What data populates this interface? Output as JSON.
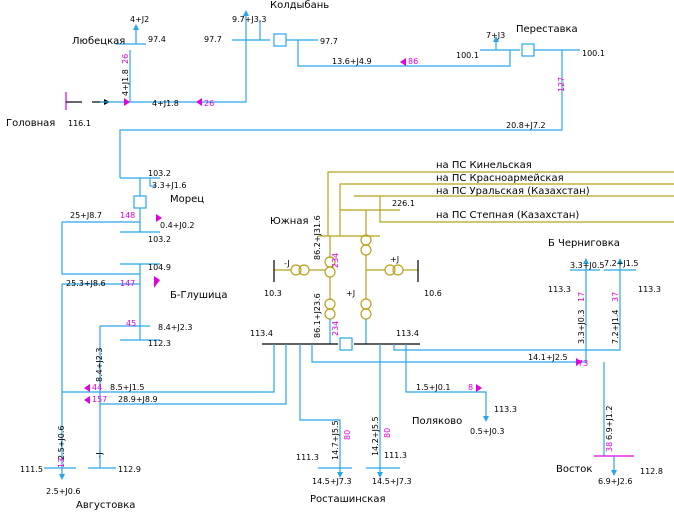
{
  "stations": {
    "koldyban": "Колдыбань",
    "lyubetskaya": "Любецкая",
    "perestavka": "Переставка",
    "golovnaya": "Головная",
    "morets": "Морец",
    "yuzhnaya": "Южная",
    "b_glushitsa": "Б-Глушица",
    "b_chernigovka": "Б Черниговка",
    "avgustovka": "Августовка",
    "rostashinskaya": "Росташинская",
    "polyakovo": "Поляково",
    "vostok": "Восток"
  },
  "directions": [
    "на ПС Кинельская",
    "на ПС Красноармейская",
    "на ПС Уральская (Казахстан)",
    "на ПС Степная (Казахстан)"
  ],
  "voltages": {
    "lyub": "97.4",
    "kold_left": "97.7",
    "kold_right": "97.7",
    "per_left": "100.1",
    "per_right": "100.1",
    "golovnaya": "116.1",
    "morets_top": "103.2",
    "morets_bot": "103.2",
    "glush_top": "104.9",
    "glush_bot": "112.3",
    "yuzh_bus_l": "113.4",
    "yuzh_bus_r": "113.4",
    "yuzh_226": "226.1",
    "yuzh_10_3": "10.3",
    "yuzh_10_6": "10.6",
    "cher_l": "113.3",
    "cher_r": "113.3",
    "avg_l": "111.5",
    "avg_r": "112.9",
    "rost_l": "111.3",
    "rost_r": "111.3",
    "poly": "113.3",
    "vostok": "112.8"
  },
  "flows": {
    "lyub_load": "4+J2",
    "lyub_feed": "4+J1.8",
    "lyub_amp": "26",
    "gol_flow": "4+J1.8",
    "gol_amp": "26",
    "kold_load": "9.7+J3.3",
    "kold_per": "13.6+J4.9",
    "kold_per_amp": "86",
    "per_load": "7+J3",
    "per_amp": "127",
    "per_morets": "20.8+J7.2",
    "mor_load": "3.3+J1.6",
    "mor_in": "25+J8.7",
    "mor_in_amp": "148",
    "mor_out": "0.4+J0.2",
    "glu_in": "25.3+J8.6",
    "glu_in_amp": "147",
    "glu_amp": "45",
    "glu_out": "8.4+J2.3",
    "yuzh_t1": "86.2+J31.6",
    "yuzh_t1_amp": "234",
    "yuzh_t2": "86.1+J23.6",
    "yuzh_t2_amp": "234",
    "yuzh_j_minus": "-J",
    "yuzh_j_plus": "+J",
    "yuzh_j_plus2": "+J",
    "avg1": "8.5+J1.5",
    "avg1_amp": "44",
    "avg2": "28.9+J8.9",
    "avg2_amp": "157",
    "avg_vert1": "2.5+J0.6",
    "avg_vert1_amp": "13",
    "avg_vert2": "8.4+J2.3",
    "avg_vert3": "-J",
    "avg_load": "2.5+J0.6",
    "rost1": "14.7+J5.5",
    "rost1_amp": "80",
    "rost2": "14.2+J5.5",
    "rost2_amp": "80",
    "rost_load1": "14.5+J7.3",
    "rost_load2": "14.5+J7.3",
    "poly_flow": "1.5+J0.1",
    "poly_amp": "8",
    "poly_load": "0.5+J0.3",
    "cher_flow": "14.1+J2.5",
    "cher_amp": "73",
    "cher_l_line": "3.3+J0.3",
    "cher_l_amp": "17",
    "cher_r_line": "7.2+J1.4",
    "cher_r_amp": "37",
    "cher_l_load": "3.3+J0.5",
    "cher_r_load": "7.2+J1.5",
    "vost_line": "6.9+J1.2",
    "vost_amp": "38",
    "vost_load": "6.9+J2.6"
  }
}
